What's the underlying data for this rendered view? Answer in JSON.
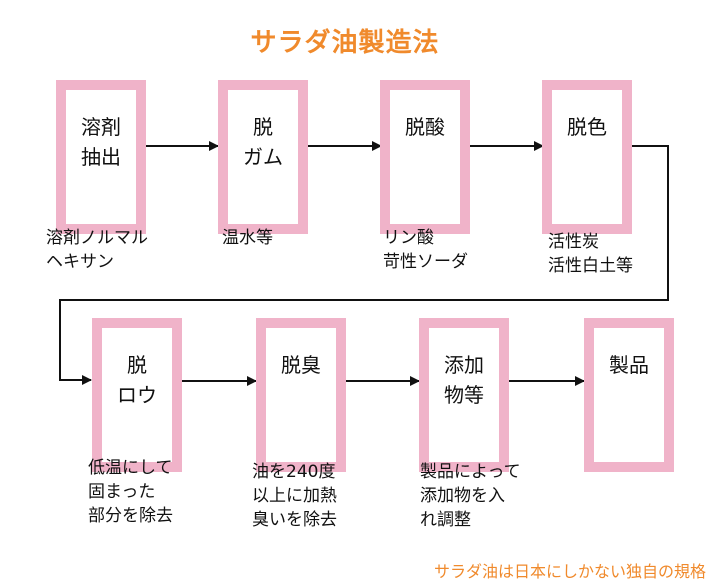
{
  "title": "サラダ油製造法",
  "steps": [
    {
      "lines": [
        "溶剤",
        "抽出"
      ],
      "note": [
        "溶剤ノルマル",
        "ヘキサン"
      ]
    },
    {
      "lines": [
        "脱",
        "ガム"
      ],
      "note": [
        "温水等"
      ]
    },
    {
      "lines": [
        "脱酸"
      ],
      "note": [
        "リン酸",
        "苛性ソーダ"
      ]
    },
    {
      "lines": [
        "脱色"
      ],
      "note": [
        "活性炭",
        "活性白土等"
      ]
    },
    {
      "lines": [
        "脱",
        "ロウ"
      ],
      "note": [
        "低温にして",
        "固まった",
        "部分を除去"
      ]
    },
    {
      "lines": [
        "脱臭"
      ],
      "note": [
        "油を240度",
        "以上に加熱",
        "臭いを除去"
      ]
    },
    {
      "lines": [
        "添加",
        "物等"
      ],
      "note": [
        "製品によって",
        "添加物を入",
        "れ調整"
      ]
    },
    {
      "lines": [
        "製品"
      ],
      "note": []
    }
  ],
  "footer": "サラダ油は日本にしかない独自の規格",
  "colors": {
    "accent": "#f08a2c",
    "box_border": "#f0b3c9",
    "arrow": "#111111"
  }
}
